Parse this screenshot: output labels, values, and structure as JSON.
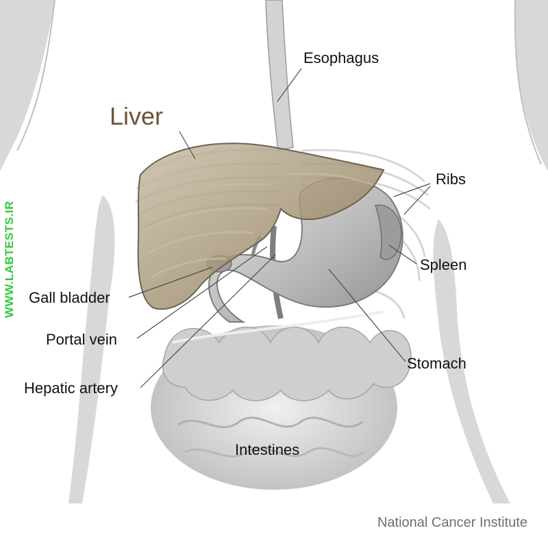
{
  "labels": {
    "liver": "Liver",
    "esophagus": "Esophagus",
    "ribs": "Ribs",
    "spleen": "Spleen",
    "gall_bladder": "Gall bladder",
    "portal_vein": "Portal vein",
    "stomach": "Stomach",
    "hepatic_artery": "Hepatic artery",
    "intestines": "Intestines"
  },
  "credit": "National Cancer Institute",
  "watermark": "WWW.LABTESTS.IR",
  "colors": {
    "liver_label": "#6b5535",
    "liver_fill": "#a89a7c",
    "watermark": "#35c93e",
    "body_shade": "#d9d9d9"
  }
}
